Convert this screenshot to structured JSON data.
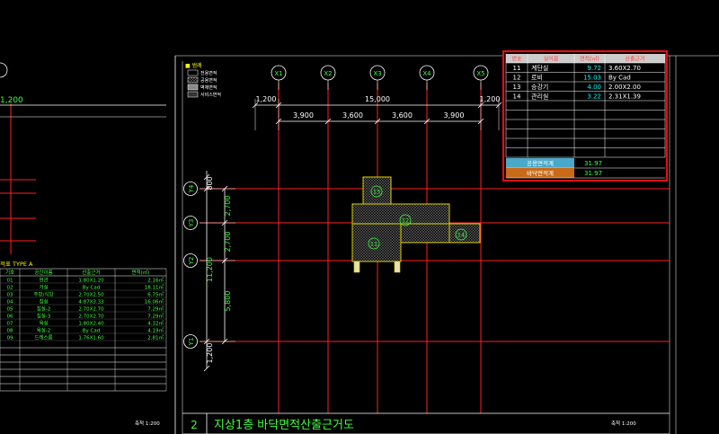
{
  "colors": {
    "background": "#000000",
    "grid_line": "#ff2020",
    "frame_white": "#ffffff",
    "dim_white": "#ffffff",
    "dim_green": "#40ff40",
    "room_yellow": "#e0d000",
    "highlight_red": "#e01010",
    "cyan_text": "#00ffff",
    "green_text": "#40ff40"
  },
  "legend": {
    "title": "■ 범례",
    "items": [
      "전용면적",
      "공용면적",
      "벽체면적",
      "서비스면적"
    ]
  },
  "axis_bubbles": [
    "X1",
    "X2",
    "X3",
    "X4",
    "X5"
  ],
  "axis_bubbles_y": [
    "Y4",
    "Y3",
    "Y2",
    "Y1"
  ],
  "dims_top": {
    "left_offset": "1,200",
    "overall": "15,000",
    "right_offset": "1,200",
    "spans": [
      "3,900",
      "3,600",
      "3,600",
      "3,900"
    ]
  },
  "dims_left": {
    "top_offset": "800",
    "overall": "11,200",
    "spans": [
      "2,700",
      "2,700",
      "5,800"
    ],
    "bottom_offset": "1,200"
  },
  "left_panel": {
    "top_dim": "1,200",
    "table_title": "적표 TYPE A",
    "headers": [
      "기호",
      "공간이름",
      "산출근거",
      "면적(㎡)"
    ],
    "rows": [
      [
        "01",
        "현관",
        "1.80X1.20",
        "2.16㎡"
      ],
      [
        "02",
        "거실",
        "By Cad",
        "18.11㎡"
      ],
      [
        "03",
        "주방/식당",
        "2.70X2.50",
        "6.75㎡"
      ],
      [
        "04",
        "침실",
        "4.87X3.33",
        "16.06㎡"
      ],
      [
        "05",
        "침실-2",
        "2.70X2.70",
        "7.29㎡"
      ],
      [
        "06",
        "침실-3",
        "2.70X2.70",
        "7.29㎡"
      ],
      [
        "07",
        "욕실",
        "1.80X2.40",
        "4.32㎡"
      ],
      [
        "08",
        "욕실-2",
        "By Cad",
        "4.19㎡"
      ],
      [
        "09",
        "드레스룸",
        "1.76X1.60",
        "2.81㎡"
      ]
    ],
    "scale": "축척 1:200"
  },
  "area_table": {
    "headers": [
      "번호",
      "실이름",
      "면적(㎡)",
      "산출근거"
    ],
    "rows": [
      [
        "11",
        "계단실",
        "9.72",
        "3.60X2.70"
      ],
      [
        "12",
        "로비",
        "15.03",
        "By Cad"
      ],
      [
        "13",
        "승강기",
        "4.00",
        "2.00X2.00"
      ],
      [
        "14",
        "관리실",
        "3.22",
        "2.31X1.39"
      ]
    ],
    "footer": [
      {
        "label": "공용면적계",
        "value": "31.97"
      },
      {
        "label": "바닥면적계",
        "value": "31.97"
      }
    ]
  },
  "rooms": [
    "13",
    "12",
    "11",
    "14"
  ],
  "title_block": {
    "number": "2",
    "title": "지상1층 바닥면적산출근거도",
    "scale": "축척 1:200"
  }
}
